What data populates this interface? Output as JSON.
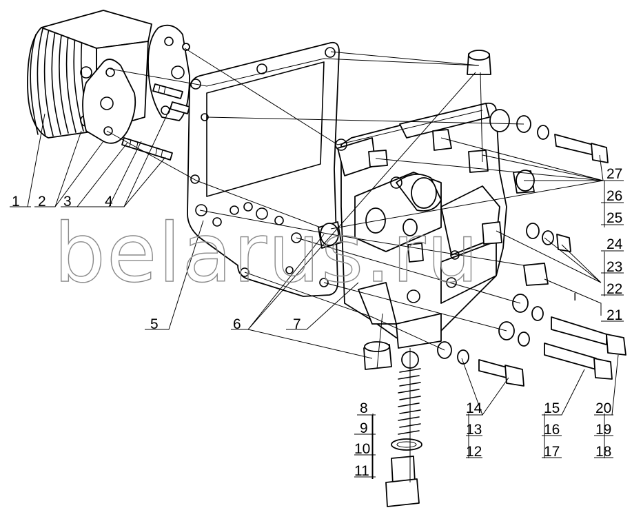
{
  "watermark": "belarus.ru",
  "labels": [
    "1",
    "2",
    "3",
    "4",
    "5",
    "6",
    "7",
    "8",
    "9",
    "10",
    "11",
    "12",
    "13",
    "14",
    "15",
    "16",
    "17",
    "18",
    "19",
    "20",
    "21",
    "22",
    "23",
    "24",
    "25",
    "26",
    "27"
  ],
  "cursor_glyph": "I"
}
